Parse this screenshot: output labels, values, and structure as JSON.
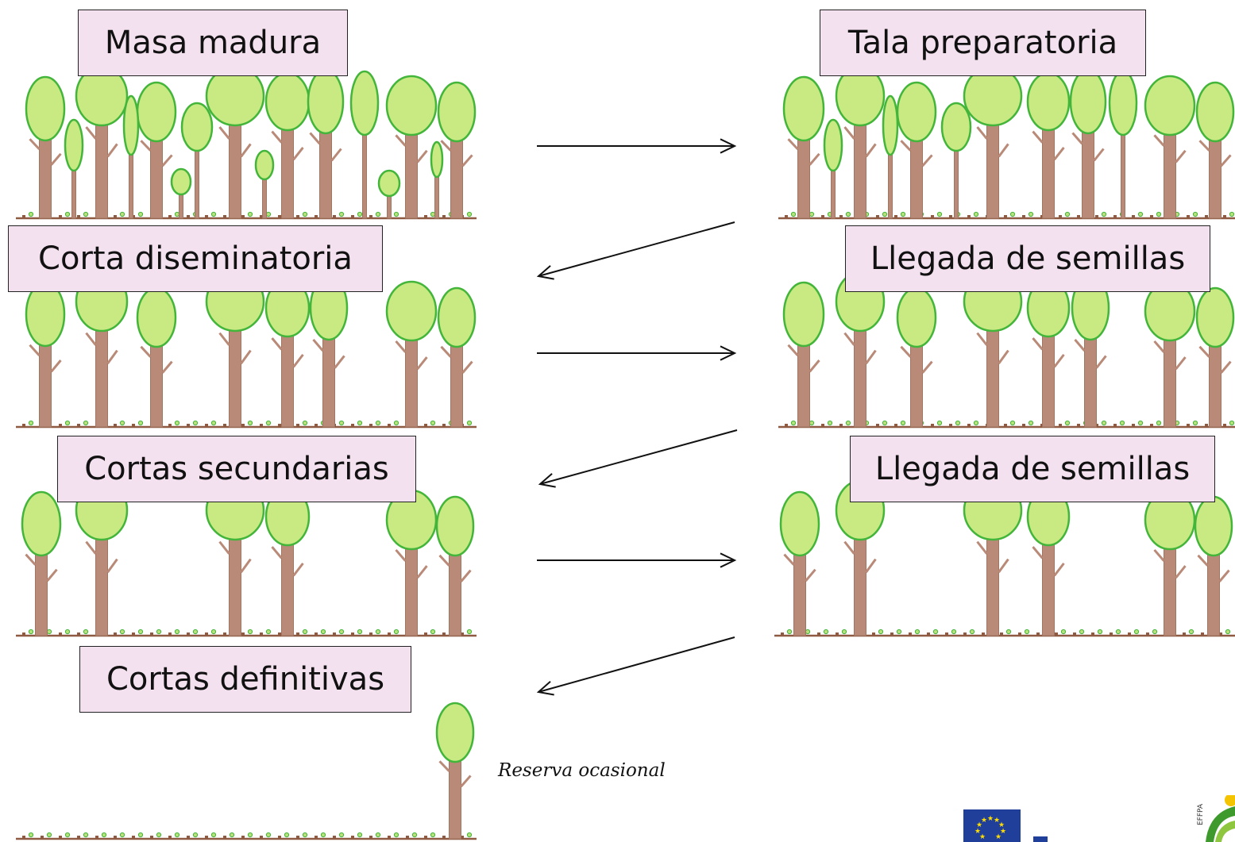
{
  "labels": {
    "masa_madura": "Masa madura",
    "tala_preparatoria": "Tala preparatoria",
    "corta_diseminatoria": "Corta diseminatoria",
    "llegada_semillas_1": "Llegada de semillas",
    "cortas_secundarias": "Cortas secundarias",
    "llegada_semillas_2": "Llegada de semillas",
    "cortas_definitivas": "Cortas definitivas"
  },
  "note": "Reserva ocasional",
  "logos": {
    "eu_flag_icon": "eu-flag-icon",
    "effpa_logo_icon": "effpa-logo-icon",
    "effpa_text": "EFFPA"
  },
  "colors": {
    "label_fill": "#f4e1ef",
    "crown_fill": "#c9ea82",
    "crown_stroke": "#42b53a",
    "trunk": "#b98a78",
    "ground": "#8f5a42",
    "arrow": "#111111",
    "eu_blue": "#1f3f9a",
    "eu_star": "#ffdd00"
  }
}
